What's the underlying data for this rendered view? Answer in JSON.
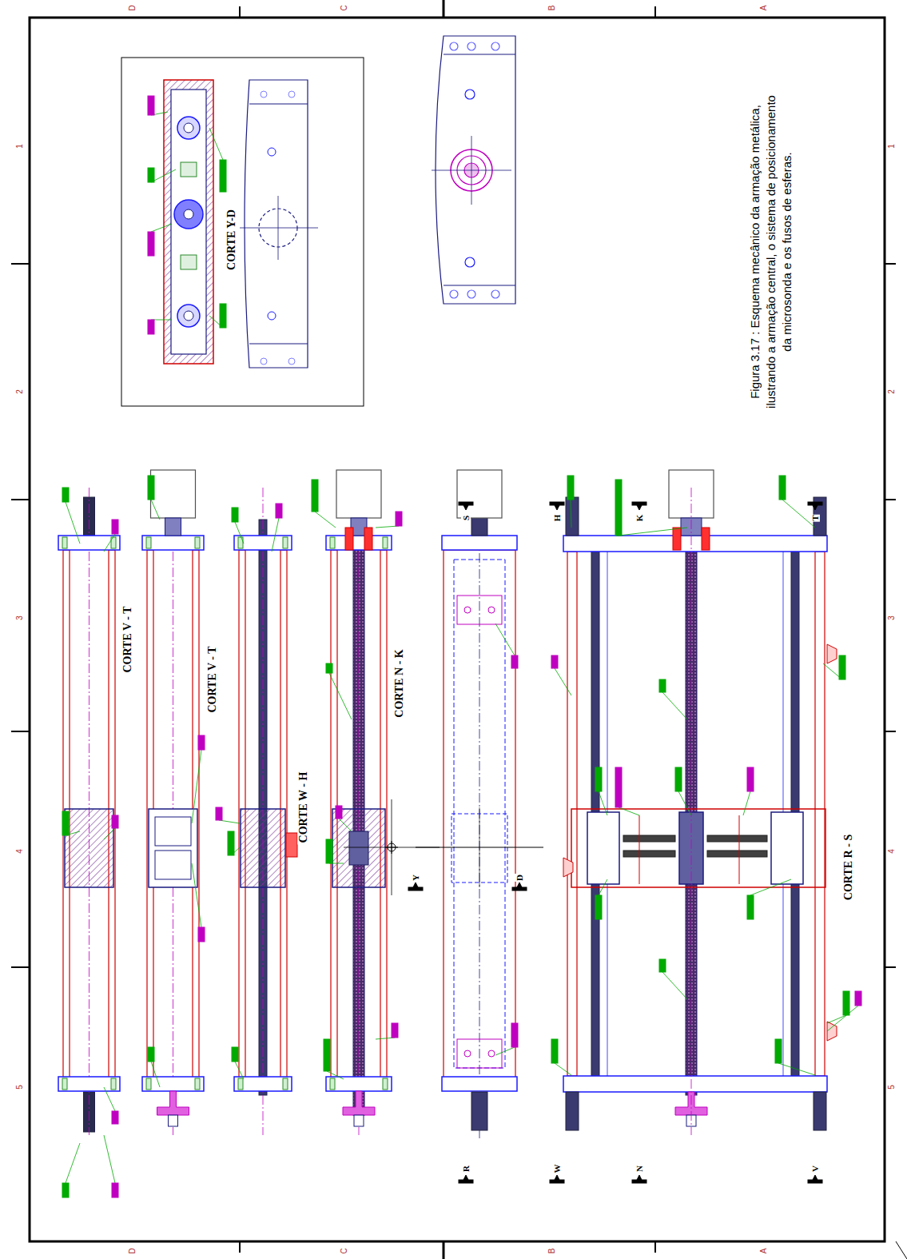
{
  "diagram": {
    "caption": "Figura 3.17 : Esquema mecânico da armação metálica, ilustrando a armação central, o sistema de posicionamento da microsonda e os fusos de esferas.",
    "labels": [
      "CORTE Y-D",
      "CORTE V - T",
      "CORTE V - T",
      "CORTE W - H",
      "CORTE N - K",
      "CORTE R - S",
      "D",
      "C",
      "B",
      "A",
      "D",
      "C",
      "B",
      "A",
      "1",
      "2",
      "3",
      "4",
      "5",
      "1",
      "2",
      "3",
      "4",
      "5",
      "S",
      "R",
      "Y",
      "D",
      "H",
      "K",
      "T",
      "W",
      "N",
      "V"
    ]
  }
}
